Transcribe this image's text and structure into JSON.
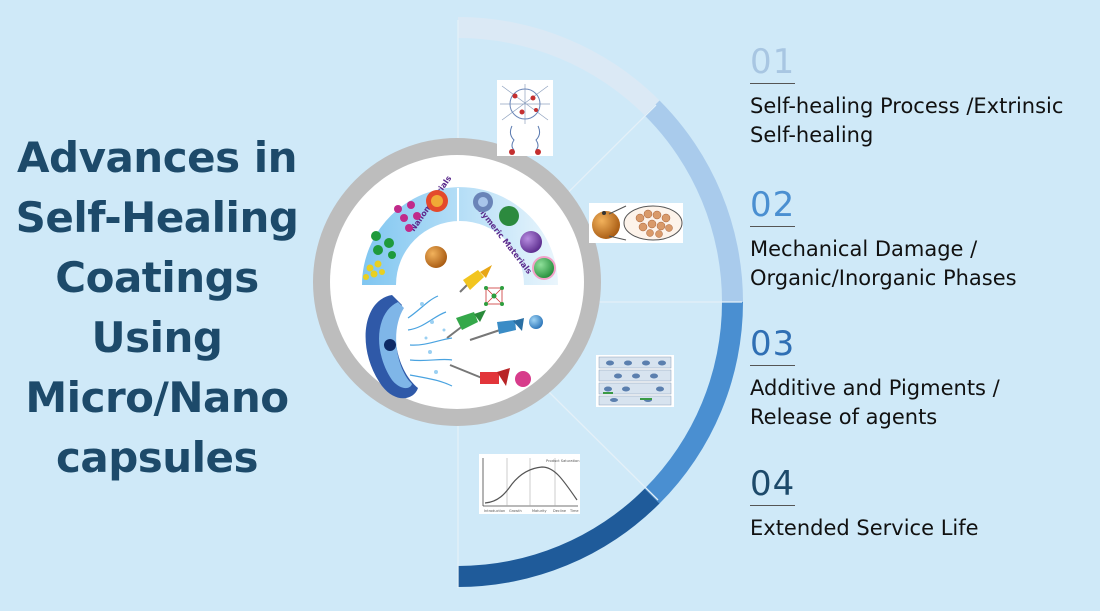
{
  "title_lines": [
    "Advances in",
    "Self-Healing",
    "Coatings",
    "Using",
    "Micro/Nano",
    "capsules"
  ],
  "center_image_labels": [
    "Nanomaterials",
    "Polymeric Materials"
  ],
  "mini_chart_labels": [
    "Introduction",
    "Growth",
    "Maturity",
    "Decline",
    "Time"
  ],
  "mini_chart_note": "Product Saturation",
  "steps": [
    {
      "number": "01",
      "lines": [
        "Self-healing Process  /Extrinsic",
        "Self-healing"
      ],
      "color": "#b9d4ec"
    },
    {
      "number": "02",
      "lines": [
        "Mechanical Damage  /",
        "Organic/Inorganic Phases"
      ],
      "color": "#4a8fd1"
    },
    {
      "number": "03",
      "lines": [
        "Additive and Pigments /",
        "Release of agents"
      ],
      "color": "#2f6fb4"
    },
    {
      "number": "04",
      "lines": [
        "Extended Service Life"
      ],
      "color": "#1d4a6a"
    }
  ],
  "arc_colors": [
    "#dbe9f5",
    "#a9cbec",
    "#4a8fd1",
    "#1f5b9a"
  ]
}
